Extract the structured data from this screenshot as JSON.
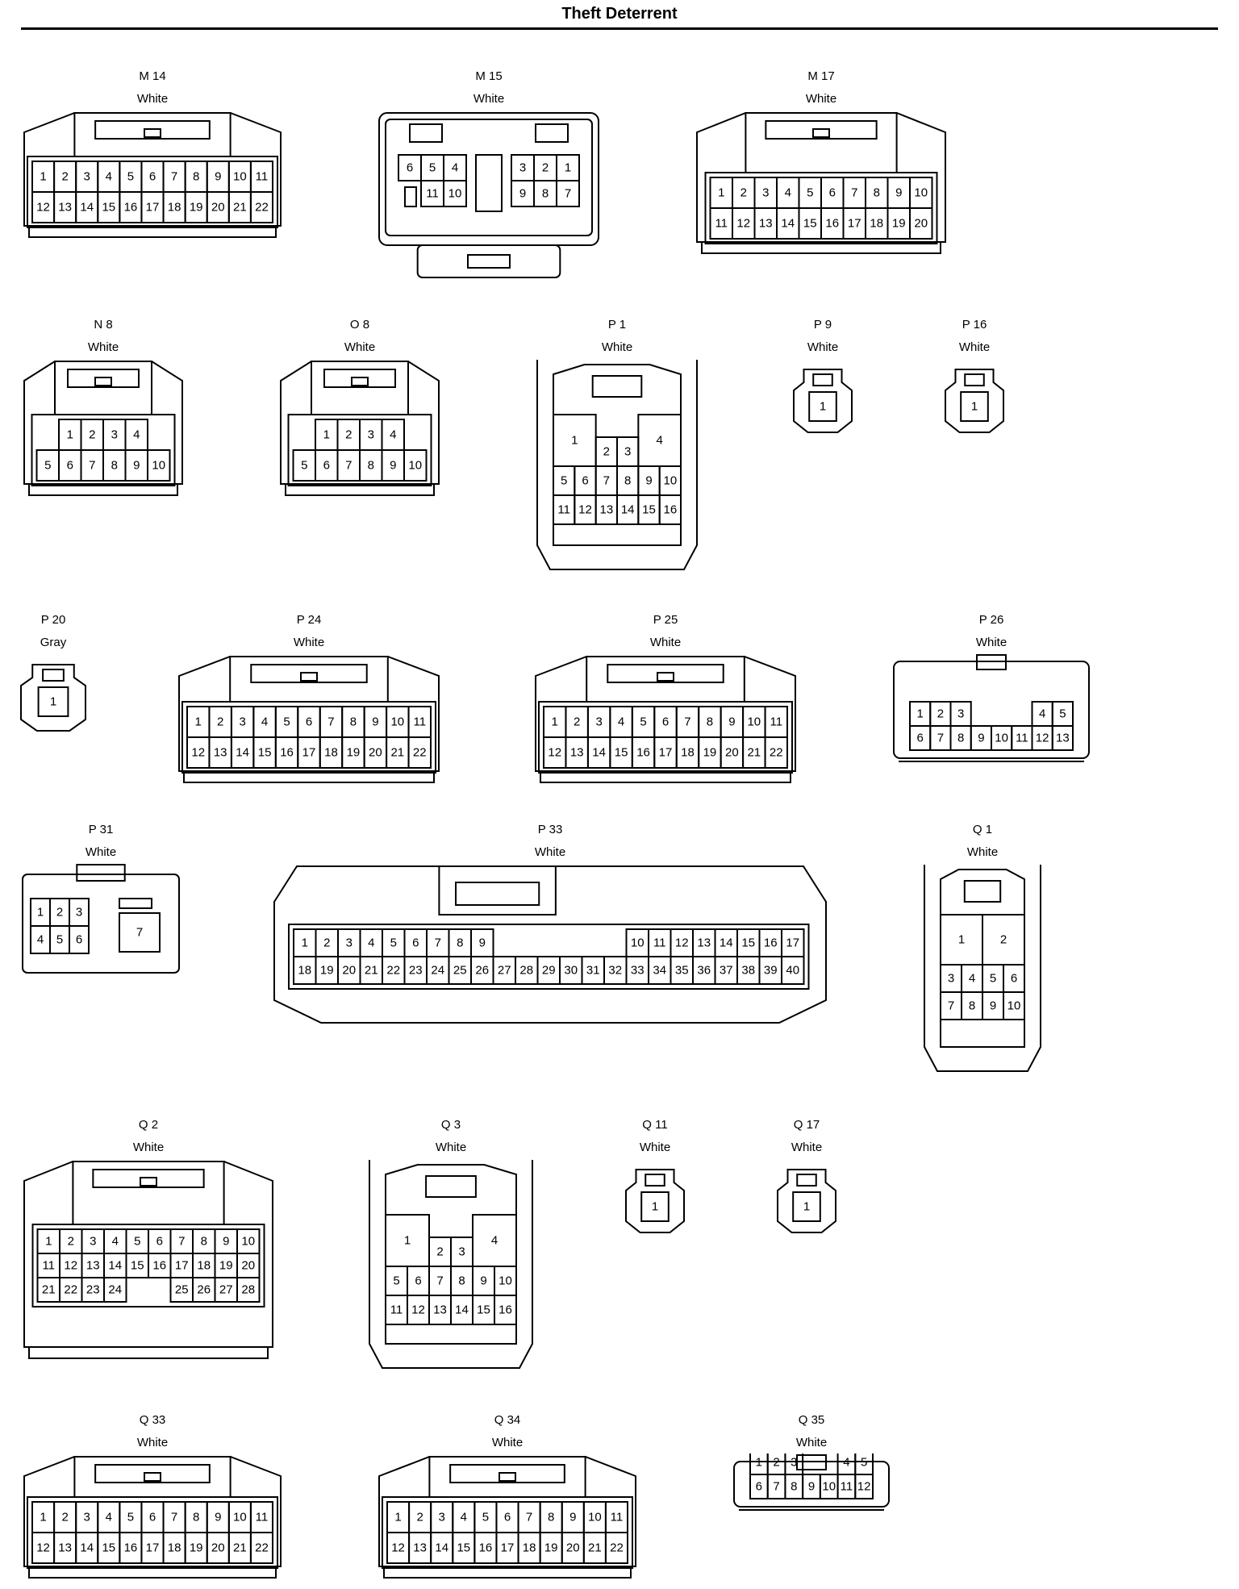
{
  "page": {
    "title": "Theft Deterrent"
  },
  "connectors": [
    {
      "id": "M 14",
      "color": "White",
      "style": "std",
      "pins": [
        [
          1,
          2,
          3,
          4,
          5,
          6,
          7,
          8,
          9,
          10,
          11
        ],
        [
          12,
          13,
          14,
          15,
          16,
          17,
          18,
          19,
          20,
          21,
          22
        ]
      ]
    },
    {
      "id": "M 15",
      "color": "White",
      "style": "m15",
      "pins": [
        [
          6,
          5,
          4,
          3,
          2,
          1
        ],
        [
          11,
          10,
          9,
          8,
          7
        ]
      ]
    },
    {
      "id": "M 17",
      "color": "White",
      "style": "std",
      "pins": [
        [
          1,
          2,
          3,
          4,
          5,
          6,
          7,
          8,
          9,
          10
        ],
        [
          11,
          12,
          13,
          14,
          15,
          16,
          17,
          18,
          19,
          20
        ]
      ]
    },
    {
      "id": "N 8",
      "color": "White",
      "style": "std",
      "pins": [
        [
          1,
          2,
          3,
          4
        ],
        [
          5,
          6,
          7,
          8,
          9,
          10
        ]
      ]
    },
    {
      "id": "O 8",
      "color": "White",
      "style": "std",
      "pins": [
        [
          1,
          2,
          3,
          4
        ],
        [
          5,
          6,
          7,
          8,
          9,
          10
        ]
      ]
    },
    {
      "id": "P 1",
      "color": "White",
      "style": "tall",
      "pins": [
        [
          1,
          4
        ],
        [
          2,
          3
        ],
        [
          5,
          6,
          7,
          8,
          9,
          10
        ],
        [
          11,
          12,
          13,
          14,
          15,
          16
        ]
      ]
    },
    {
      "id": "P 9",
      "color": "White",
      "style": "single",
      "pins": [
        [
          1
        ]
      ]
    },
    {
      "id": "P 16",
      "color": "White",
      "style": "single",
      "pins": [
        [
          1
        ]
      ]
    },
    {
      "id": "P 20",
      "color": "Gray",
      "style": "single",
      "pins": [
        [
          1
        ]
      ]
    },
    {
      "id": "P 24",
      "color": "White",
      "style": "std",
      "pins": [
        [
          1,
          2,
          3,
          4,
          5,
          6,
          7,
          8,
          9,
          10,
          11
        ],
        [
          12,
          13,
          14,
          15,
          16,
          17,
          18,
          19,
          20,
          21,
          22
        ]
      ]
    },
    {
      "id": "P 25",
      "color": "White",
      "style": "std",
      "pins": [
        [
          1,
          2,
          3,
          4,
          5,
          6,
          7,
          8,
          9,
          10,
          11
        ],
        [
          12,
          13,
          14,
          15,
          16,
          17,
          18,
          19,
          20,
          21,
          22
        ]
      ]
    },
    {
      "id": "P 26",
      "color": "White",
      "style": "gap",
      "pins": [
        [
          1,
          2,
          3,
          4,
          5
        ],
        [
          6,
          7,
          8,
          9,
          10,
          11,
          12,
          13
        ]
      ]
    },
    {
      "id": "P 31",
      "color": "White",
      "style": "p31",
      "pins": [
        [
          1,
          2,
          3
        ],
        [
          4,
          5,
          6
        ],
        [
          7
        ]
      ]
    },
    {
      "id": "P 33",
      "color": "White",
      "style": "wide",
      "pins": [
        [
          1,
          2,
          3,
          4,
          5,
          6,
          7,
          8,
          9,
          10,
          11,
          12,
          13,
          14,
          15,
          16,
          17
        ],
        [
          18,
          19,
          20,
          21,
          22,
          23,
          24,
          25,
          26,
          27,
          28,
          29,
          30,
          31,
          32,
          33,
          34,
          35,
          36,
          37,
          38,
          39,
          40
        ]
      ]
    },
    {
      "id": "Q 1",
      "color": "White",
      "style": "tall",
      "pins": [
        [
          1,
          2
        ],
        [
          3,
          4,
          5,
          6
        ],
        [
          7,
          8,
          9,
          10
        ]
      ]
    },
    {
      "id": "Q 2",
      "color": "White",
      "style": "std",
      "pins": [
        [
          1,
          2,
          3,
          4,
          5,
          6,
          7,
          8,
          9,
          10
        ],
        [
          11,
          12,
          13,
          14,
          15,
          16,
          17,
          18,
          19,
          20
        ],
        [
          21,
          22,
          23,
          24,
          25,
          26,
          27,
          28
        ]
      ]
    },
    {
      "id": "Q 3",
      "color": "White",
      "style": "tall",
      "pins": [
        [
          1,
          4
        ],
        [
          2,
          3
        ],
        [
          5,
          6,
          7,
          8,
          9,
          10
        ],
        [
          11,
          12,
          13,
          14,
          15,
          16
        ]
      ]
    },
    {
      "id": "Q 11",
      "color": "White",
      "style": "single",
      "pins": [
        [
          1
        ]
      ]
    },
    {
      "id": "Q 17",
      "color": "White",
      "style": "single",
      "pins": [
        [
          1
        ]
      ]
    },
    {
      "id": "Q 33",
      "color": "White",
      "style": "std",
      "pins": [
        [
          1,
          2,
          3,
          4,
          5,
          6,
          7,
          8,
          9,
          10,
          11
        ],
        [
          12,
          13,
          14,
          15,
          16,
          17,
          18,
          19,
          20,
          21,
          22
        ]
      ]
    },
    {
      "id": "Q 34",
      "color": "White",
      "style": "std",
      "pins": [
        [
          1,
          2,
          3,
          4,
          5,
          6,
          7,
          8,
          9,
          10,
          11
        ],
        [
          12,
          13,
          14,
          15,
          16,
          17,
          18,
          19,
          20,
          21,
          22
        ]
      ]
    },
    {
      "id": "Q 35",
      "color": "White",
      "style": "gap",
      "pins": [
        [
          1,
          2,
          3,
          4,
          5
        ],
        [
          6,
          7,
          8,
          9,
          10,
          11,
          12
        ]
      ]
    }
  ]
}
